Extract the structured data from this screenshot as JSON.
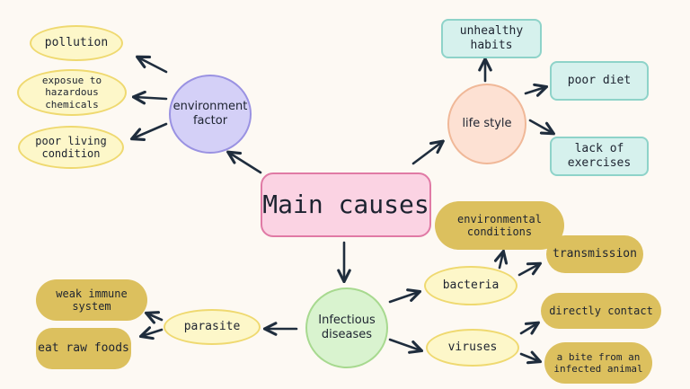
{
  "main": {
    "label": "Main causes"
  },
  "environment": {
    "label": "environment factor",
    "children": [
      "pollution",
      "exposue to hazardous chemicals",
      "poor living condition"
    ]
  },
  "lifestyle": {
    "label": "life style",
    "children": [
      "unhealthy habits",
      "poor diet",
      "lack of exercises"
    ]
  },
  "infectious": {
    "label": "Infectious diseases",
    "parasite": {
      "label": "parasite",
      "children": [
        "weak immune system",
        "eat raw foods"
      ]
    },
    "bacteria": {
      "label": "bacteria",
      "children": [
        "environmental conditions",
        "transmission"
      ]
    },
    "viruses": {
      "label": "viruses",
      "children": [
        "directly contact",
        "a bite from an infected animal"
      ]
    }
  },
  "colors": {
    "arrow": "#1f2d3d",
    "main_fill": "#fbd3e3",
    "blob_fill": "#dcc05e"
  }
}
